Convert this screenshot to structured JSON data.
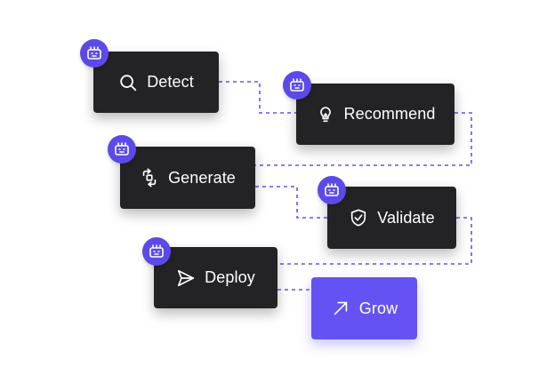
{
  "steps": [
    {
      "id": "detect",
      "label": "Detect",
      "icon": "search-icon"
    },
    {
      "id": "recommend",
      "label": "Recommend",
      "icon": "lightbulb-icon"
    },
    {
      "id": "generate",
      "label": "Generate",
      "icon": "regenerate-icon"
    },
    {
      "id": "validate",
      "label": "Validate",
      "icon": "shield-check-icon"
    },
    {
      "id": "deploy",
      "label": "Deploy",
      "icon": "send-icon"
    },
    {
      "id": "grow",
      "label": "Grow",
      "icon": "arrow-up-right-icon"
    }
  ],
  "colors": {
    "card": "#232326",
    "accent": "#6552f2",
    "badge": "#5c4ae8",
    "connector": "#6552f2"
  },
  "badge_icon": "robot-icon"
}
